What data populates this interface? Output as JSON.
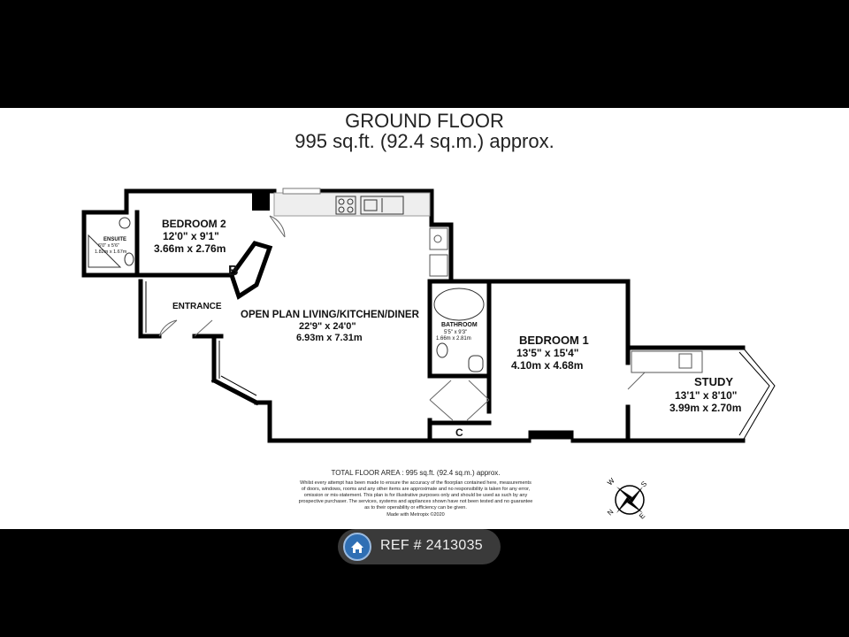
{
  "header": {
    "title": "GROUND FLOOR",
    "area": "995 sq.ft. (92.4 sq.m.) approx."
  },
  "rooms": {
    "bedroom2": {
      "name": "BEDROOM 2",
      "imperial": "12'0\"  x 9'1\"",
      "metric": "3.66m  x 2.76m"
    },
    "ensuite": {
      "name": "ENSUITE",
      "imperial": "6'0\" x 5'6\"",
      "metric": "1.82m x 1.67m"
    },
    "entrance": {
      "name": "ENTRANCE"
    },
    "living": {
      "name": "OPEN PLAN LIVING/KITCHEN/DINER",
      "imperial": "22'9\"  x 24'0\"",
      "metric": "6.93m  x 7.31m"
    },
    "bathroom": {
      "name": "BATHROOM",
      "imperial": "5'5\"  x 9'3\"",
      "metric": "1.66m  x 2.81m"
    },
    "bedroom1": {
      "name": "BEDROOM 1",
      "imperial": "13'5\"  x 15'4\"",
      "metric": "4.10m  x 4.68m"
    },
    "study": {
      "name": "STUDY",
      "imperial": "13'1\"  x 8'10\"",
      "metric": "3.99m  x 2.70m"
    },
    "boiler_label": "B",
    "cupboard_label": "C"
  },
  "footer": {
    "total": "TOTAL FLOOR AREA : 995 sq.ft. (92.4 sq.m.) approx.",
    "disclaimer": [
      "Whilst every attempt has been made to ensure the accuracy of the floorplan contained here, measurements",
      "of doors, windows, rooms and any other items are approximate and no responsibility is taken for any error,",
      "omission or mis-statement. This plan is for illustrative purposes only and should be used as such by any",
      "prospective purchaser. The services, systems and appliances shown have not been tested and no guarantee",
      "as to their operability or efficiency can be given."
    ],
    "made_with": "Made with Metropix ©2020"
  },
  "compass": {
    "labels": [
      "N",
      "E",
      "S",
      "W"
    ]
  },
  "ref": {
    "label": "REF # 2413035",
    "icon": "home-icon"
  },
  "colors": {
    "wall": "#000000",
    "ref_pill": "#3a3a3a",
    "home_icon": "#2f6fb4"
  }
}
